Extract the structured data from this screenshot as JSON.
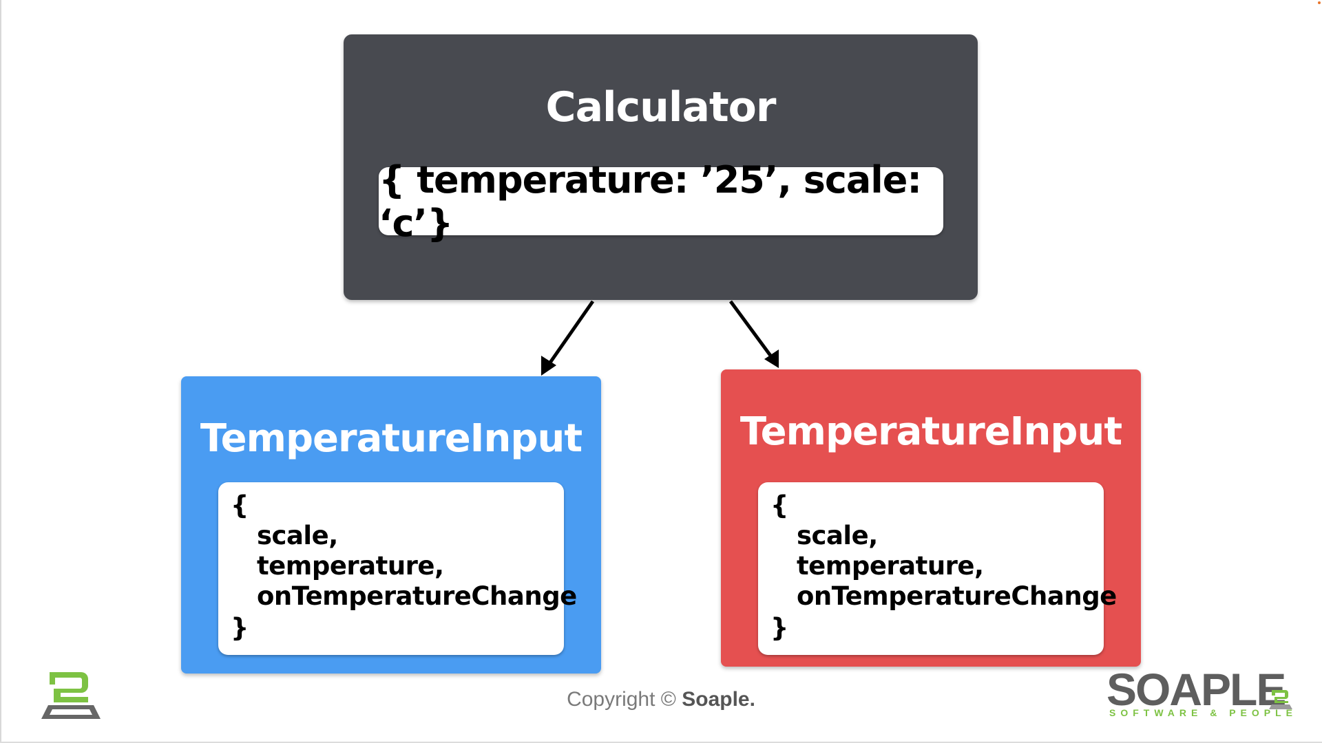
{
  "diagram": {
    "calculator": {
      "title": "Calculator",
      "state": "{ temperature: ’25’, scale: ‘c’}",
      "color": "#484a50"
    },
    "children": [
      {
        "title": "TemperatureInput",
        "props_open": "{",
        "props": [
          "scale,",
          "temperature,",
          "onTemperatureChange"
        ],
        "props_close": "}",
        "color": "#4a9cf2"
      },
      {
        "title": "TemperatureInput",
        "props_open": "{",
        "props": [
          "scale,",
          "temperature,",
          "onTemperatureChange"
        ],
        "props_close": "}",
        "color": "#e55050"
      }
    ],
    "edges": [
      {
        "from": "Calculator",
        "to": "TemperatureInput (blue)"
      },
      {
        "from": "Calculator",
        "to": "TemperatureInput (red)"
      }
    ]
  },
  "footer": {
    "copyright_prefix": "Copyright © ",
    "copyright_brand": "Soaple.",
    "logo_word": "SOAPLE",
    "logo_tagline": "SOFTWARE & PEOPLE",
    "logo_icons": [
      "soaple-mark-icon"
    ],
    "accent_green": "#7dc243"
  }
}
